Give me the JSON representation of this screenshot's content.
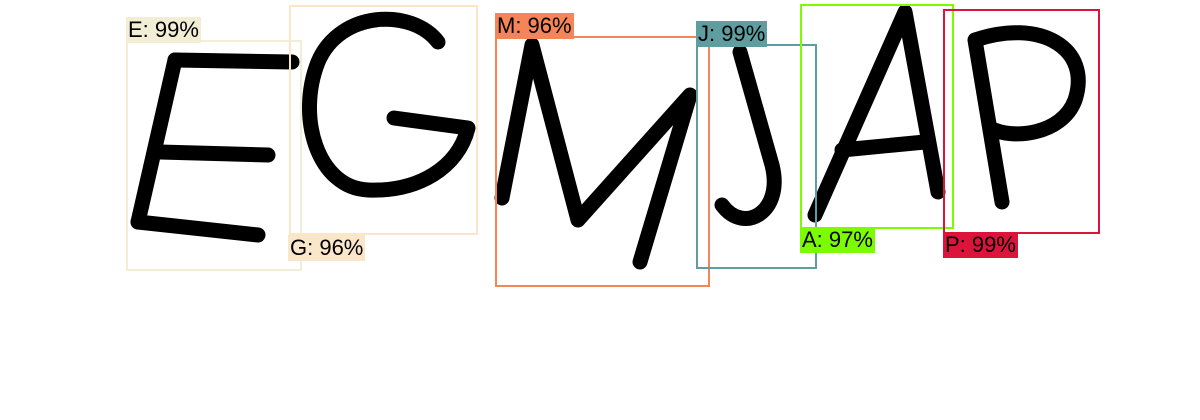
{
  "detections": [
    {
      "label": "E: 99%",
      "letter": "E",
      "color": "#F2EED5"
    },
    {
      "label": "G: 96%",
      "letter": "G",
      "color": "#FAE6C9"
    },
    {
      "label": "M: 96%",
      "letter": "M",
      "color": "#F58559"
    },
    {
      "label": "J: 99%",
      "letter": "J",
      "color": "#5F9EA0"
    },
    {
      "label": "A: 97%",
      "letter": "A",
      "color": "#7CFC00"
    },
    {
      "label": "P: 99%",
      "letter": "P",
      "color": "#DC143C"
    }
  ]
}
